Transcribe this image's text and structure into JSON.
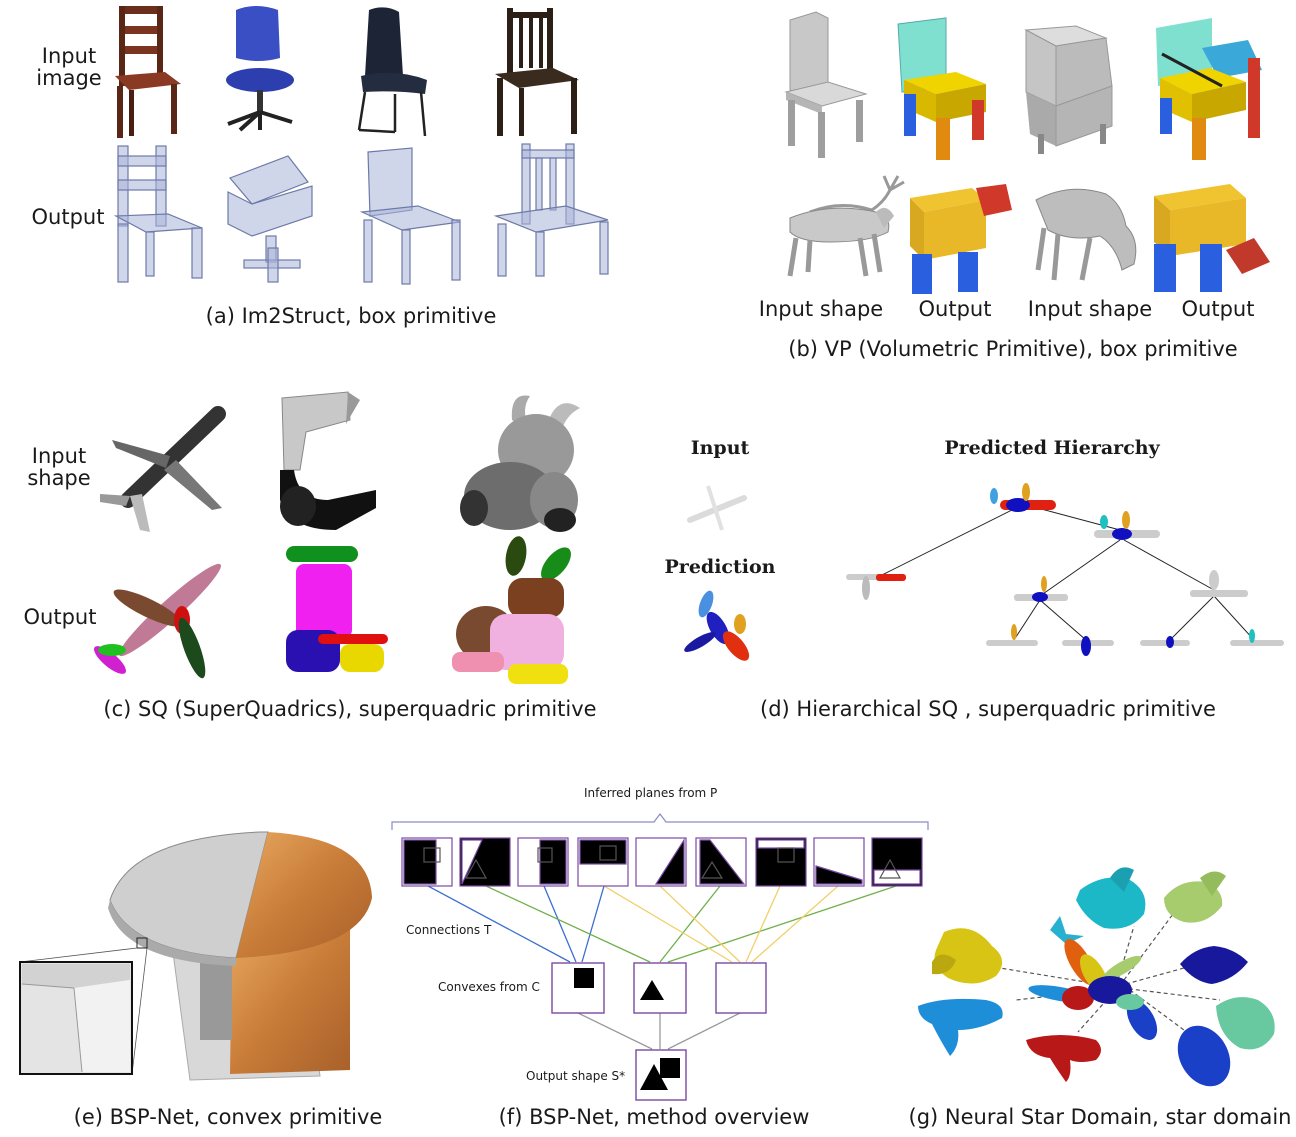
{
  "panels": {
    "a": {
      "caption": "(a) Im2Struct, box primitive",
      "row_labels": [
        "Input\nimage",
        "Output"
      ]
    },
    "b": {
      "caption": "(b) VP (Volumetric Primitive), box primitive",
      "column_labels": [
        "Input shape",
        "Output",
        "Input shape",
        "Output"
      ]
    },
    "c": {
      "caption": "(c) SQ (SuperQuadrics), superquadric primitive",
      "row_labels": [
        "Input\nshape",
        "Output"
      ]
    },
    "d": {
      "caption": "(d) Hierarchical SQ , superquadric primitive",
      "input_label": "Input",
      "prediction_label": "Prediction",
      "hierarchy_label": "Predicted Hierarchy"
    },
    "e": {
      "caption": "(e) BSP-Net, convex primitive"
    },
    "f": {
      "caption": "(f) BSP-Net, method overview",
      "planes_label": "Inferred planes from P",
      "connections_label": "Connections T",
      "convexes_label": "Convexes from C",
      "output_label": "Output shape S*"
    },
    "g": {
      "caption": "(g) Neural Star Domain, star domain"
    }
  },
  "colors": {
    "accent_purple": "#7b4aa6",
    "connection_blue": "#3a6fd0",
    "connection_green": "#6fb04a",
    "connection_yellow": "#f0d068",
    "connection_gray": "#9a9a9a"
  }
}
